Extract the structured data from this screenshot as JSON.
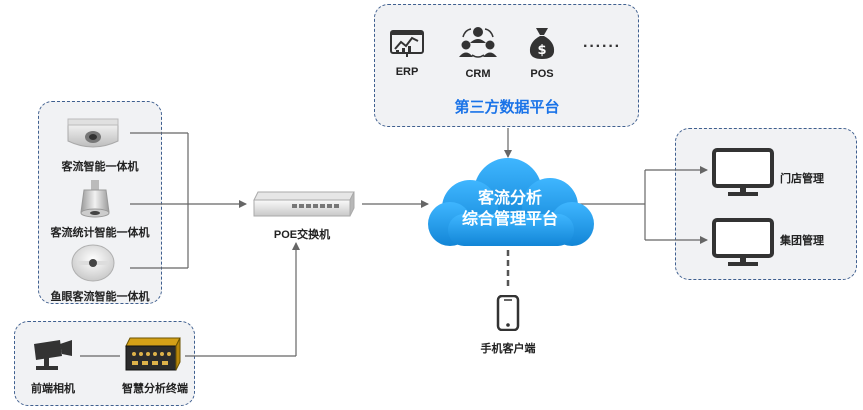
{
  "third_party": {
    "title": "第三方数据平台",
    "items": [
      {
        "label": "ERP",
        "icon": "erp-chart-icon"
      },
      {
        "label": "CRM",
        "icon": "crm-users-icon"
      },
      {
        "label": "POS",
        "icon": "pos-moneybag-icon"
      }
    ],
    "more": "······"
  },
  "devices": {
    "items": [
      {
        "label": "客流智能一体机",
        "icon": "ceiling-counter-icon"
      },
      {
        "label": "客流统计智能一体机",
        "icon": "spot-counter-icon"
      },
      {
        "label": "鱼眼客流智能一体机",
        "icon": "fisheye-camera-icon"
      }
    ]
  },
  "switch": {
    "label": "POE交换机"
  },
  "frontend": {
    "camera": {
      "label": "前端相机",
      "icon": "camera-icon"
    },
    "terminal": {
      "label": "智慧分析终端",
      "icon": "analysis-terminal-icon"
    }
  },
  "cloud": {
    "line1": "客流分析",
    "line2": "综合管理平台",
    "color": "#1e9ef0"
  },
  "mobile": {
    "label": "手机客户端",
    "icon": "phone-icon"
  },
  "management": {
    "store": {
      "label": "门店管理",
      "icon": "monitor-icon"
    },
    "group": {
      "label": "集团管理",
      "icon": "monitor-icon"
    }
  },
  "colors": {
    "accent": "#1a73e8",
    "border": "#3f5f8f",
    "panel": "#f1f2f4",
    "line": "#666666"
  }
}
